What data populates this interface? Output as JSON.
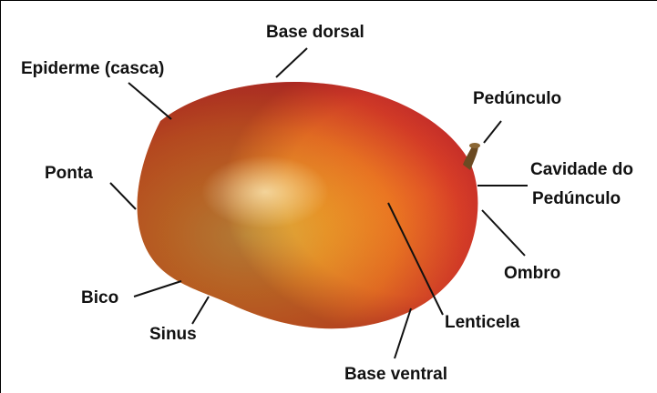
{
  "diagram": {
    "labels": {
      "base_dorsal": "Base dorsal",
      "epiderme": "Epiderme (casca)",
      "pedunculo": "Pedúnculo",
      "cavidade_line1": "Cavidade do",
      "cavidade_line2": "Pedúnculo",
      "ponta": "Ponta",
      "ombro": "Ombro",
      "bico": "Bico",
      "lenticela": "Lenticela",
      "sinus": "Sinus",
      "base_ventral": "Base ventral"
    },
    "colors": {
      "mango_red": "#c8202a",
      "mango_orange": "#ef8a1e",
      "mango_yellow": "#e9d34a",
      "leader_line": "#111111",
      "stem": "#6b4a22"
    }
  }
}
